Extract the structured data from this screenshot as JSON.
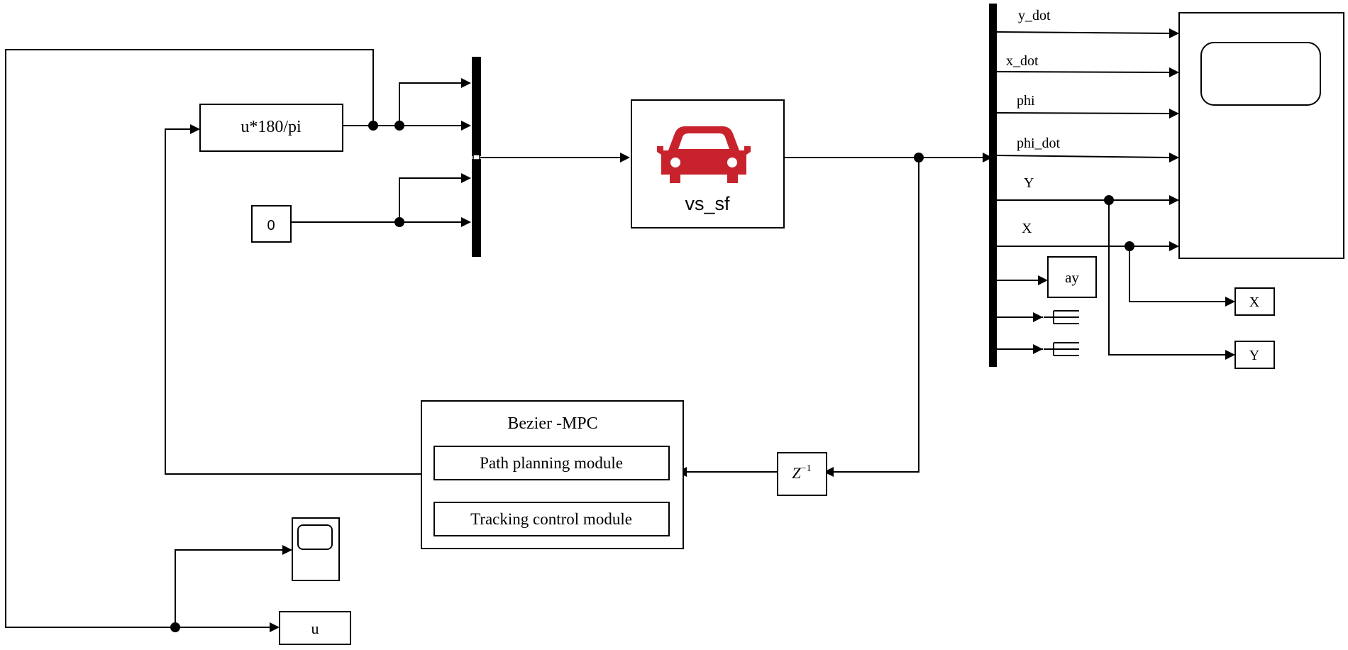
{
  "blocks": {
    "gain": {
      "label": "u*180/pi"
    },
    "constant": {
      "label": "0"
    },
    "vehicle": {
      "label": "vs_sf",
      "icon": "car-icon",
      "icon_color": "#c8232c"
    },
    "delay": {
      "label_base": "Z",
      "label_exp": "−1"
    },
    "controller": {
      "title": "Bezier -MPC",
      "modules": [
        "Path planning module",
        "Tracking control module"
      ]
    },
    "goto_ay": {
      "label": "ay"
    },
    "out_x": {
      "label": "X"
    },
    "out_y": {
      "label": "Y"
    },
    "out_u": {
      "label": "u"
    }
  },
  "signals": [
    "y_dot",
    "x_dot",
    "phi",
    "phi_dot",
    "Y",
    "X"
  ]
}
